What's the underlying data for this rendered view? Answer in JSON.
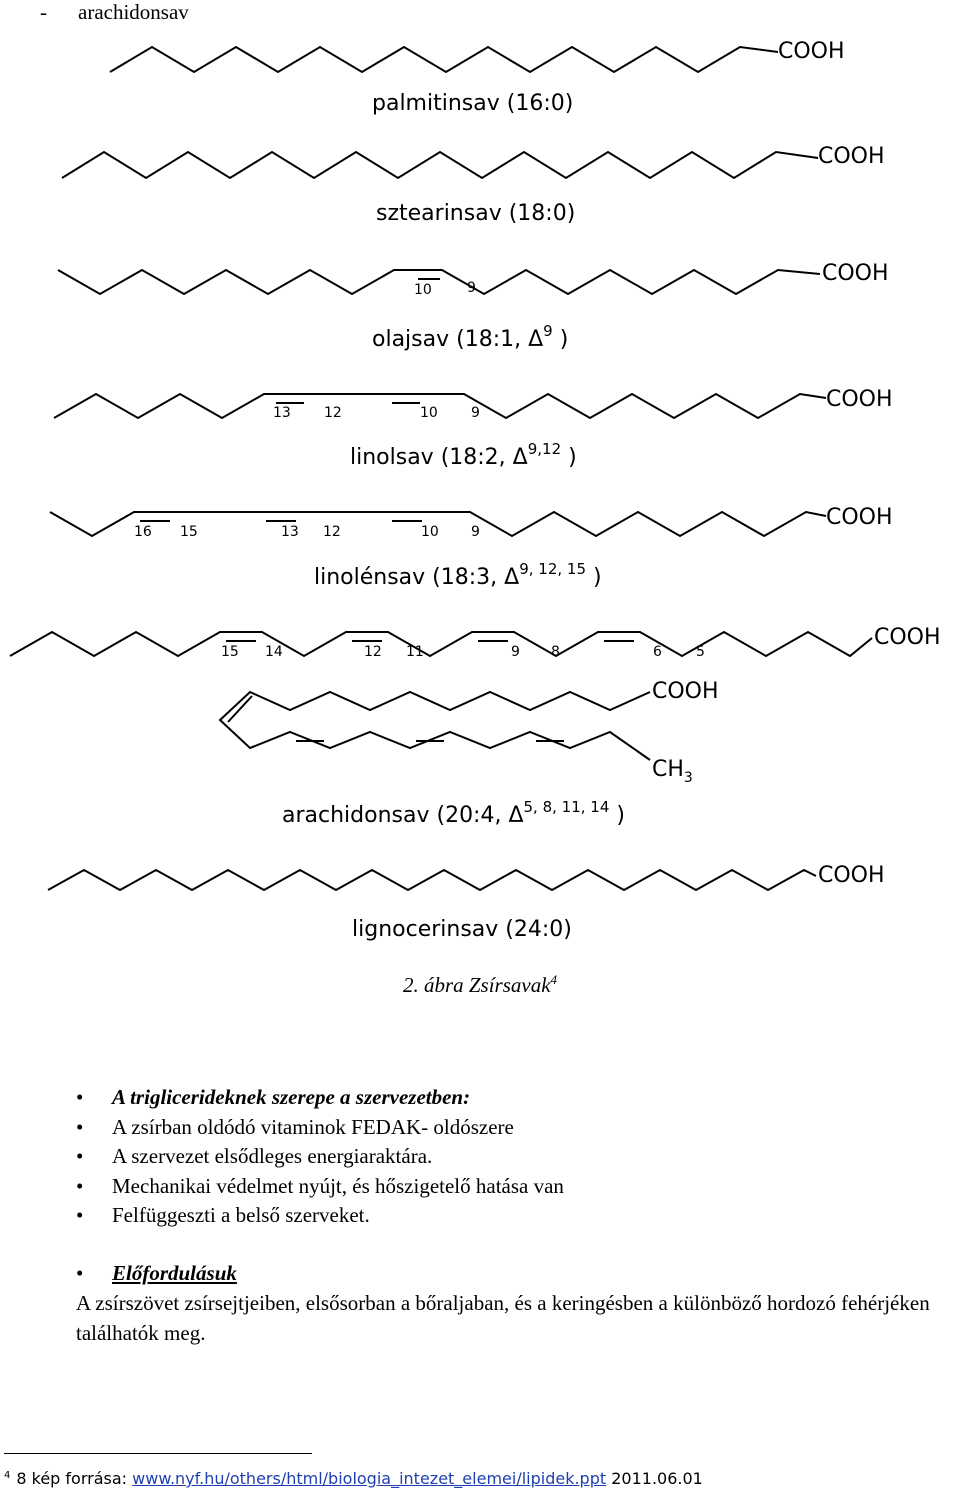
{
  "top_item": {
    "dash": "-",
    "text": "arachidonsav"
  },
  "figure": {
    "acid_group": "COOH",
    "methyl_group": "CH",
    "methyl_sub": "3",
    "acids": [
      {
        "name": "palmitinsav (16:0)"
      },
      {
        "name": "sztearinsav (18:0)"
      },
      {
        "name": "olajsav (18:1, Δ",
        "sup": "9",
        "close": " )",
        "labels": [
          "10",
          "9"
        ]
      },
      {
        "name": "linolsav (18:2, Δ",
        "sup": "9,12",
        "close": " )",
        "labels": [
          "13",
          "12",
          "10",
          "9"
        ]
      },
      {
        "name": "linolénsav (18:3, Δ",
        "sup": "9, 12, 15",
        "close": " )",
        "labels": [
          "16",
          "15",
          "13",
          "12",
          "10",
          "9"
        ]
      },
      {
        "labels": [
          "15",
          "14",
          "12",
          "11",
          "9",
          "8",
          "6",
          "5"
        ]
      },
      {
        "name": "arachidonsav (20:4, Δ",
        "sup": "5, 8, 11, 14",
        "close": " )"
      },
      {
        "name": "lignocerinsav (24:0)"
      }
    ],
    "caption": "2. ábra Zsírsavak",
    "caption_ref": "4"
  },
  "bullets": [
    "A triglicerideknek szerepe a szervezetben:",
    "A zsírban oldódó vitaminok FEDAK- oldószere",
    "A szervezet elsődleges energiaraktára.",
    "Mechanikai védelmet nyújt, és hőszigetelő hatása van",
    "Felfüggeszti a belső szerveket."
  ],
  "occurrence": {
    "heading": "Előfordulásuk",
    "text": "A zsírszövet zsírsejtjeiben, elsősorban a bőraljaban, és a keringésben a különböző hordozó fehérjéken találhatók meg."
  },
  "footnote": {
    "marker": "4",
    "label": "8 kép forrása:",
    "url_text": "www.nyf.hu/others/html/biologia_intezet_elemei/lipidek.ppt",
    "date": "2011.06.01"
  }
}
